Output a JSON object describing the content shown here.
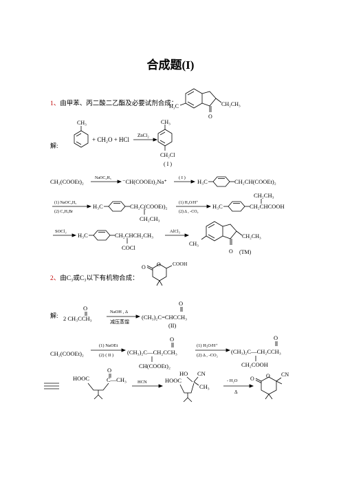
{
  "title": "合成题(I)",
  "q1": {
    "number": "1、",
    "text": "由甲苯、丙二酸二乙酯及必要试剂合成：",
    "target_groups": {
      "ch3": "H₃C",
      "o": "O",
      "ethyl": "CH₂CH₃"
    },
    "answer_label": "解:",
    "step1": {
      "toluene_ch3": "CH₃",
      "reagents": "+ CH₂O + HCl",
      "catalyst": "ZnCl₂",
      "prod_ch3": "CH₃",
      "prod_ch2cl": "CH₂Cl",
      "prod_label": "( I )"
    },
    "step2": {
      "reactant": "CH₂(COOEt)₂",
      "reagent": "NaOC₂H₅",
      "intermediate": "⁻CH(COOEt)₂Na⁺",
      "reagent2": "( I )",
      "product_ch3": "H₃C",
      "product_rest": "CH₂CH(COOEt)₂"
    },
    "step3": {
      "reagent_a1": "(1) NaOC₂H₅",
      "reagent_a2": "(2) C₂H₅Br",
      "prod_ch3": "H₃C",
      "prod_main": "CH₂C(COOEt)₂",
      "prod_sub": "CH₂CH₃",
      "reagent_b1": "(1) H₃O/H⁺",
      "reagent_b2": "(2) Δ , -CO₂",
      "prod2_ch3": "H₃C",
      "prod2_main": "CH₂CHCOOH",
      "prod2_sub": "CH₂CH₃"
    },
    "step4": {
      "reagent1": "SOCl₂",
      "prod_ch3": "H₃C",
      "prod_main": "CH₂CHCH₂CH₃",
      "prod_sub": "COCl",
      "reagent2": "AlCl₃",
      "final_ch3": "CH₃",
      "final_ethyl": "CH₂CH₃",
      "final_o": "O",
      "final_label": "(TM)"
    }
  },
  "q2": {
    "number": "2、",
    "text": "由C₃或C₃以下有机物合成：",
    "target_o": "O",
    "target_ring_o": "O",
    "target_cooh": "COOH",
    "answer_label": "解:",
    "step1": {
      "reactant_o": "O",
      "reactant": "2 CH₃CCH₃",
      "reagent_top": "NaOH , Δ",
      "reagent_bottom": "减压蒸馏",
      "product_o": "O",
      "product": "(CH₃)₂C=CHCCH₃",
      "product_label": "(II)"
    },
    "step2": {
      "reactant": "CH₂(COOEt)₂",
      "reagent1": "(1) NaOEt",
      "reagent2": "(2)  ( II )",
      "prod_o": "O",
      "prod_main": "(CH₃)₂C—CH₂CCH₃",
      "prod_sub": "CH(COOEt)₂",
      "reagent3": "(1) H₃O/H⁺",
      "reagent4": "(2) Δ , -CO₂",
      "prod2_o": "O",
      "prod2_main": "(CH₃)₂C—CH₂CCH₃",
      "prod2_sub": "CH₂COOH"
    },
    "step3": {
      "a_hooc": "HOOC",
      "a_o": "O",
      "a_ch3": "C—CH₃",
      "reagent1": "HCN",
      "b_hooc": "HOOC",
      "b_ho": "HO",
      "b_cn": "CN",
      "b_ch3": "CH₃",
      "reagent2": "- H₂O",
      "reagent3": "Δ",
      "c_o1": "O",
      "c_o2": "O",
      "c_cn": "CN"
    }
  }
}
